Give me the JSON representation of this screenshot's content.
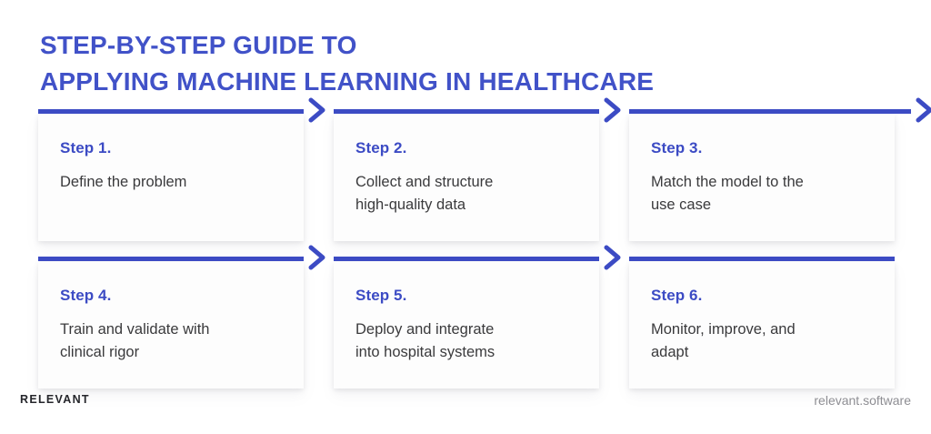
{
  "title": {
    "line1": "STEP-BY-STEP GUIDE TO",
    "line2": "APPLYING MACHINE LEARNING IN HEALTHCARE"
  },
  "colors": {
    "accent_blue": "#3c4bc4",
    "title_blue": "#4152c8",
    "body_text": "#3a3a3c",
    "footer_brand": "#25262b",
    "footer_site": "#8e8e93",
    "card_bg": "#fdfdfd",
    "page_bg": "#ffffff"
  },
  "steps": [
    {
      "label": "Step 1.",
      "text": "Define the problem",
      "arrow": "chevron-right-icon",
      "has_arrow": true
    },
    {
      "label": "Step 2.",
      "text": "Collect and structure\nhigh-quality data",
      "arrow": "chevron-right-icon",
      "has_arrow": true
    },
    {
      "label": "Step 3.",
      "text": "Match the model to the\nuse case",
      "arrow": "chevron-right-icon",
      "has_arrow": true
    },
    {
      "label": "Step 4.",
      "text": "Train and validate with\nclinical rigor",
      "arrow": "chevron-right-icon",
      "has_arrow": true
    },
    {
      "label": "Step 5.",
      "text": "Deploy and integrate\ninto hospital systems",
      "arrow": "chevron-right-icon",
      "has_arrow": true
    },
    {
      "label": "Step 6.",
      "text": "Monitor, improve, and\nadapt",
      "arrow": "none",
      "has_arrow": false
    }
  ],
  "footer": {
    "brand": "RELEVANT",
    "site": "relevant.software"
  }
}
